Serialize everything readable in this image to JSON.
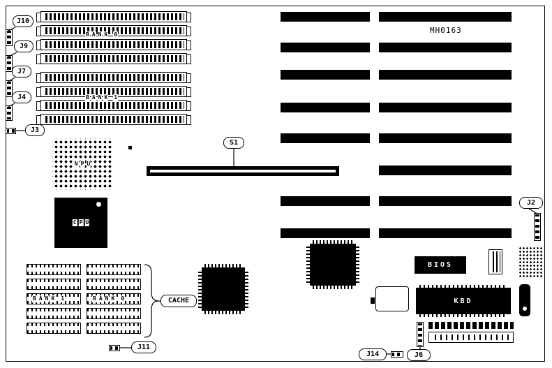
{
  "board": {
    "model": "MH0163"
  },
  "labels": {
    "bank0_top": "BANK 0",
    "bank1_top": "BANK 1",
    "npu": "NPU",
    "cpu": "CPU",
    "cache_bank1": "BANK 1",
    "cache_bank0": "BANK 0",
    "cache": "CACHE",
    "bios": "BIOS",
    "kbd": "KBD"
  },
  "callouts": {
    "j10": "J10",
    "j9": "J9",
    "j7": "J7",
    "j4": "J4",
    "j3": "J3",
    "s1": "S1",
    "j2": "J2",
    "j11": "J11",
    "j14": "J14",
    "j6": "J6"
  }
}
